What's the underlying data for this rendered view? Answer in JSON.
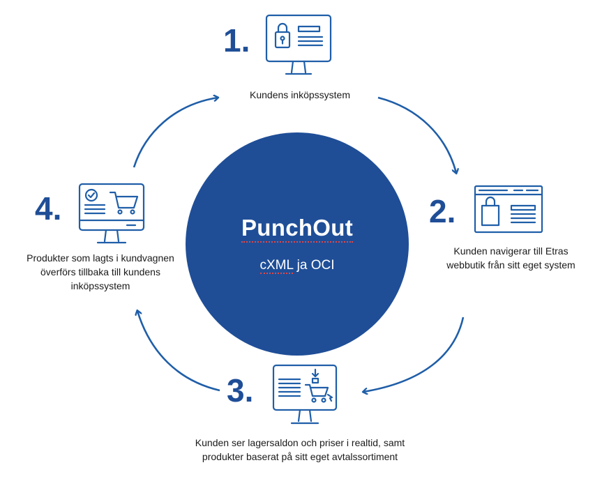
{
  "colors": {
    "primary": "#1f4e97",
    "accent_blue": "#1f5ea8",
    "text": "#1a1a1a",
    "background": "#ffffff"
  },
  "center": {
    "title": "PunchOut",
    "subtitle_part1": "cXML",
    "subtitle_part2": " ja OCI"
  },
  "steps": [
    {
      "number": "1.",
      "icon": "monitor-lock-icon",
      "label": "Kundens inköpssystem"
    },
    {
      "number": "2.",
      "icon": "browser-shopping-bag-icon",
      "label_line1": "Kunden navigerar till Etras",
      "label_line2": "webbutik från sitt eget system"
    },
    {
      "number": "3.",
      "icon": "monitor-cart-add-icon",
      "label_line1": "Kunden ser lagersaldon och priser i realtid, samt",
      "label_line2": "produkter baserat på sitt eget avtalssortiment"
    },
    {
      "number": "4.",
      "icon": "monitor-cart-check-icon",
      "label_line1": "Produkter som lagts i kundvagnen",
      "label_line2": "överförs tillbaka till kundens",
      "label_line3": "inköpssystem"
    }
  ]
}
